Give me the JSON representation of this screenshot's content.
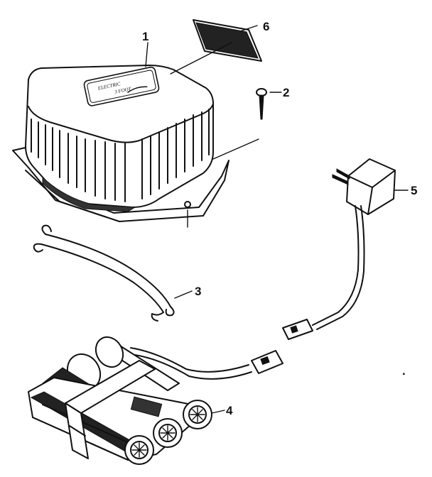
{
  "callouts": {
    "part1": "1",
    "part2": "2",
    "part3": "3",
    "part4": "4",
    "part5": "5",
    "part6": "6"
  },
  "stray_mark": ".",
  "logo": {
    "line1": "ELECTRIC",
    "line2": "3 FOOT"
  },
  "parts": [
    {
      "id": "1",
      "icon": "motor-housing-cover"
    },
    {
      "id": "2",
      "icon": "screw"
    },
    {
      "id": "3",
      "icon": "hook-strap"
    },
    {
      "id": "4",
      "icon": "battery-pack"
    },
    {
      "id": "5",
      "icon": "wall-adapter"
    },
    {
      "id": "6",
      "icon": "label-decal"
    }
  ]
}
